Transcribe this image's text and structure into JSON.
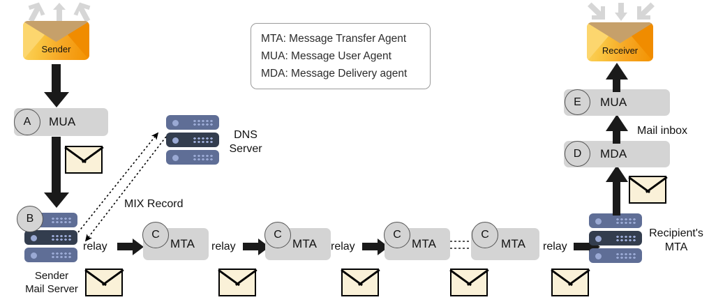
{
  "legend": {
    "lines": [
      "MTA: Message Transfer Agent",
      "MUA: Message User Agent",
      "MDA: Message Delivery agent"
    ]
  },
  "sender": {
    "envelope_label": "Sender",
    "mua": {
      "badge": "A",
      "label": "MUA"
    },
    "mail_server": {
      "badge": "B",
      "label_line1": "Sender",
      "label_line2": "Mail Server"
    }
  },
  "dns": {
    "label_line1": "DNS",
    "label_line2": "Server",
    "record_label": "MIX Record"
  },
  "relay_labels": [
    "relay",
    "relay",
    "relay",
    "relay"
  ],
  "mta_chain": [
    {
      "badge": "C",
      "label": "MTA"
    },
    {
      "badge": "C",
      "label": "MTA"
    },
    {
      "badge": "C",
      "label": "MTA"
    },
    {
      "badge": "C",
      "label": "MTA"
    }
  ],
  "recipient": {
    "mta_label_line1": "Recipient's",
    "mta_label_line2": "MTA",
    "mda": {
      "badge": "D",
      "label": "MDA"
    },
    "mua": {
      "badge": "E",
      "label": "MUA"
    },
    "inbox_label": "Mail inbox",
    "envelope_label": "Receiver"
  },
  "colors": {
    "stage_box": "#d4d4d4",
    "server_light": "#5f6e96",
    "server_dark": "#333d4e",
    "server_accent": "#9aa9d4",
    "envelope_paper": "#faf1d8",
    "envelope_orange": "#f6a623",
    "envelope_flap": "#c6a06a",
    "arrow": "#1a1a1a",
    "gray_arrow": "#d6d6d6"
  }
}
